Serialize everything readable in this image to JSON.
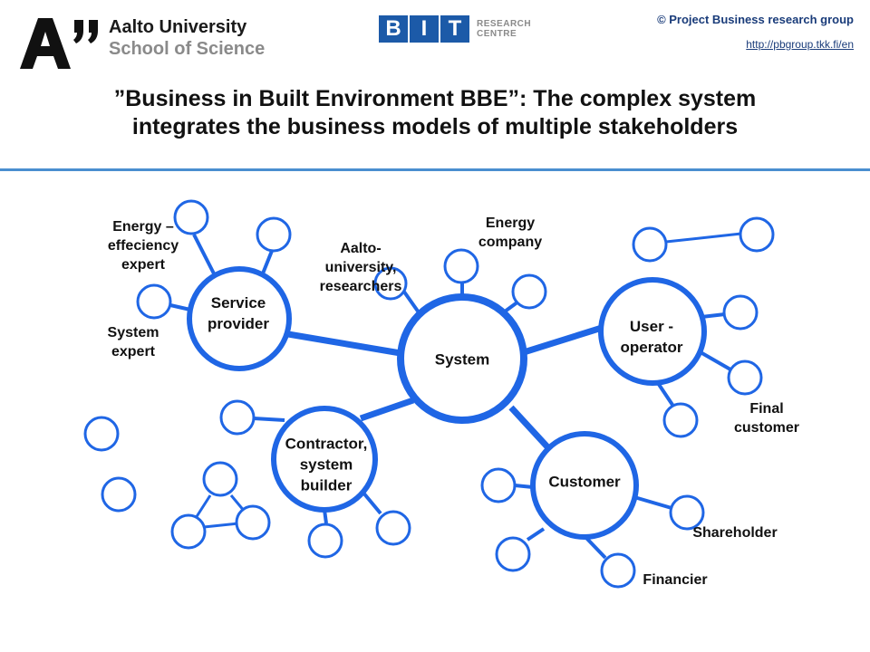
{
  "header": {
    "aalto_line1": "Aalto University",
    "aalto_line2": "School of Science",
    "bit_letters": [
      "B",
      "I",
      "T"
    ],
    "bit_sub_line1": "RESEARCH",
    "bit_sub_line2": "CENTRE",
    "copyright": "© Project Business research group",
    "url": "http://pbgroup.tkk.fi/en"
  },
  "title_line1": "”Business in Built Environment BBE”: The complex system",
  "title_line2": "integrates the business models of multiple stakeholders",
  "nodes": {
    "system": "System",
    "service_provider_1": "Service",
    "service_provider_2": "provider",
    "user_operator_1": "User -",
    "user_operator_2": "operator",
    "contractor_1": "Contractor,",
    "contractor_2": "system",
    "contractor_3": "builder",
    "customer": "Customer"
  },
  "labels": {
    "energy_eff_1": "Energy –",
    "energy_eff_2": "effeciency",
    "energy_eff_3": "expert",
    "system_expert_1": "System",
    "system_expert_2": "expert",
    "aalto_res_1": "Aalto-",
    "aalto_res_2": "university,",
    "aalto_res_3": "researchers",
    "energy_co_1": "Energy",
    "energy_co_2": "company",
    "final_cust_1": "Final",
    "final_cust_2": "customer",
    "shareholder": "Shareholder",
    "financier": "Financier"
  },
  "colors": {
    "node_stroke": "#1f66e5",
    "title_rule": "#4a8ed0",
    "bit_blue": "#1c5aa8"
  }
}
